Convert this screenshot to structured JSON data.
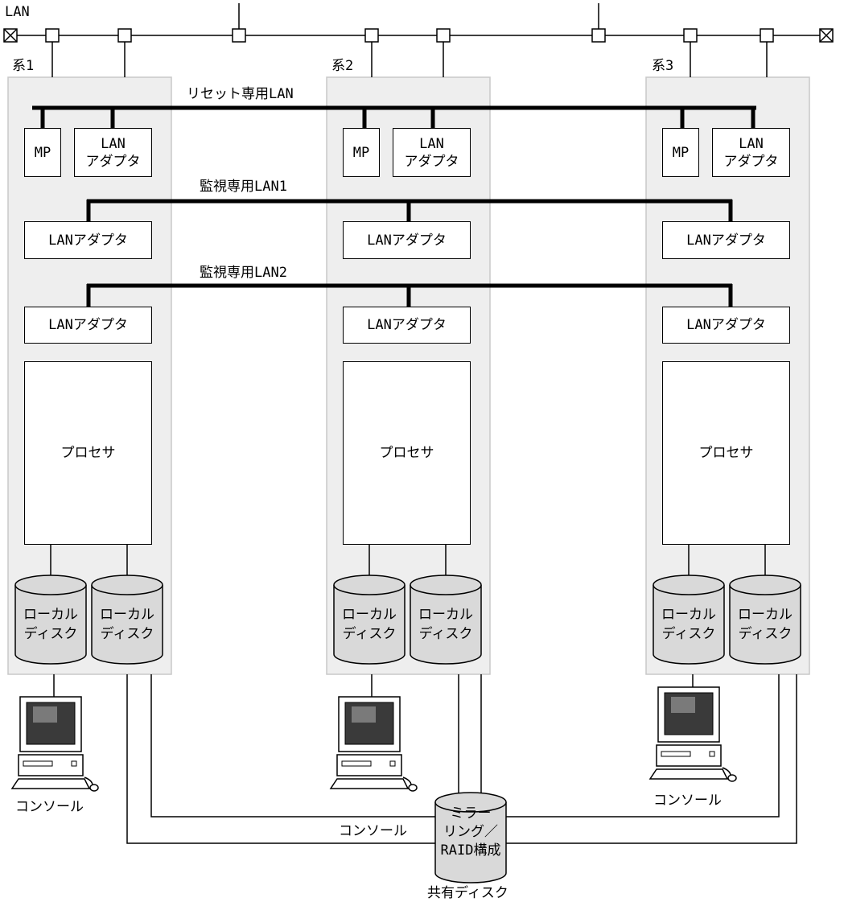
{
  "lan_label": "LAN",
  "reset_lan_label": "リセット専用LAN",
  "monitor_lan1_label": "監視専用LAN1",
  "monitor_lan2_label": "監視専用LAN2",
  "systems": [
    {
      "name": "系1"
    },
    {
      "name": "系2"
    },
    {
      "name": "系3"
    }
  ],
  "component_labels": {
    "mp": "MP",
    "lan_adapter_line1": "LAN",
    "lan_adapter_line2": "アダプタ",
    "lan_adapter": "LANアダプタ",
    "processor": "プロセサ",
    "local_disk_line1": "ローカル",
    "local_disk_line2": "ディスク",
    "console": "コンソール"
  },
  "shared_disk": {
    "line1": "ミラー",
    "line2": "リング／",
    "line3": "RAID構成",
    "caption": "共有ディスク"
  },
  "colors": {
    "system_fill": "#eeeeee",
    "system_border": "#c8c8c8",
    "line": "#000000"
  }
}
